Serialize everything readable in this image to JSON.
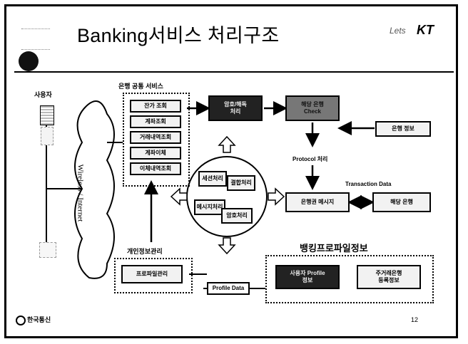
{
  "header": {
    "title": "Banking서비스 처리구조",
    "brand_script": "Lets",
    "brand": "KT"
  },
  "user_label": "사용자",
  "wireless_label": "Wireless / Internet",
  "common_service": {
    "title": "은행 공통 서비스",
    "items": [
      "잔가 조회",
      "계좌조회",
      "거래내역조회",
      "계좌이체",
      "이체내역조회"
    ]
  },
  "boxes": {
    "encrypt": "암호/해독\n처리",
    "bank_check": "해당 은행\nCheck",
    "bank_info": "은행 정보",
    "bank_message": "은행권 메시지",
    "target_bank": "해당 은행",
    "profile_mgmt": "프로파일관리",
    "user_profile": "사용자 Profile\n정보",
    "frequent_bank": "주거래은행\n등록정보"
  },
  "labels": {
    "protocol": "Protocol 처리",
    "transaction": "Transaction Data",
    "personal_info": "개인정보관리",
    "banking_profile": "뱅킹프로파일정보",
    "profile_data": "Profile Data"
  },
  "circle_items": [
    "세션처리",
    "결합처리",
    "메시지처리",
    "암호처리"
  ],
  "footer": {
    "company": "한국통신",
    "page": "12"
  }
}
